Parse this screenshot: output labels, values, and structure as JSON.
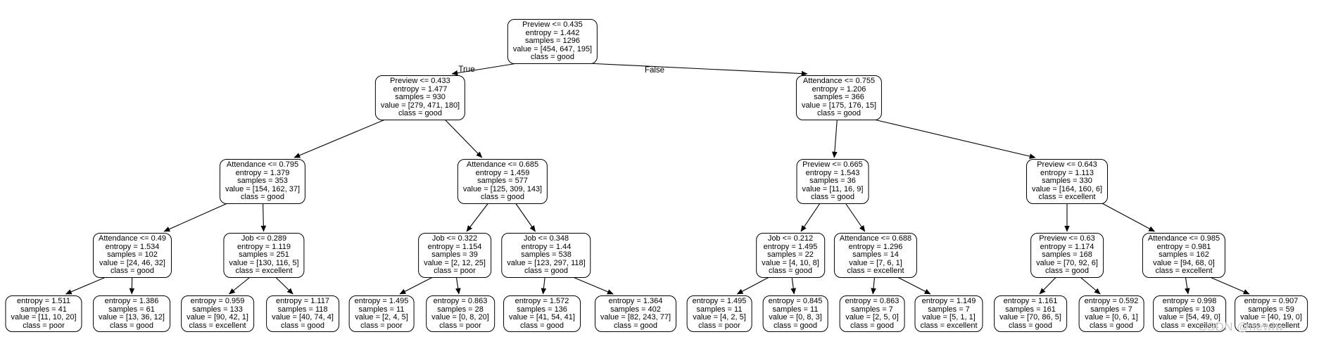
{
  "diagram": {
    "type": "decision-tree",
    "watermark": "CSDN @newlw",
    "edge_colors": {
      "line": "#000000"
    },
    "nodes": [
      {
        "id": "root",
        "parent": null,
        "depth": 0,
        "edge_label": null,
        "lines": [
          "Preview <= 0.435",
          "entropy = 1.442",
          "samples = 1296",
          "value = [454, 647, 195]",
          "class = good"
        ]
      },
      {
        "id": "n1",
        "parent": "root",
        "depth": 1,
        "edge_label": "True",
        "lines": [
          "Preview <= 0.433",
          "entropy = 1.477",
          "samples = 930",
          "value = [279, 471, 180]",
          "class = good"
        ]
      },
      {
        "id": "n2",
        "parent": "root",
        "depth": 1,
        "edge_label": "False",
        "lines": [
          "Attendance <= 0.755",
          "entropy = 1.206",
          "samples = 366",
          "value = [175, 176, 15]",
          "class = good"
        ]
      },
      {
        "id": "n3",
        "parent": "n1",
        "depth": 2,
        "edge_label": null,
        "lines": [
          "Attendance <= 0.795",
          "entropy = 1.379",
          "samples = 353",
          "value = [154, 162, 37]",
          "class = good"
        ]
      },
      {
        "id": "n4",
        "parent": "n1",
        "depth": 2,
        "edge_label": null,
        "lines": [
          "Attendance <= 0.685",
          "entropy = 1.459",
          "samples = 577",
          "value = [125, 309, 143]",
          "class = good"
        ]
      },
      {
        "id": "n5",
        "parent": "n2",
        "depth": 2,
        "edge_label": null,
        "lines": [
          "Preview <= 0.665",
          "entropy = 1.543",
          "samples = 36",
          "value = [11, 16, 9]",
          "class = good"
        ]
      },
      {
        "id": "n6",
        "parent": "n2",
        "depth": 2,
        "edge_label": null,
        "lines": [
          "Preview <= 0.643",
          "entropy = 1.113",
          "samples = 330",
          "value = [164, 160, 6]",
          "class = excellent"
        ]
      },
      {
        "id": "n7",
        "parent": "n3",
        "depth": 3,
        "edge_label": null,
        "lines": [
          "Attendance <= 0.49",
          "entropy = 1.534",
          "samples = 102",
          "value = [24, 46, 32]",
          "class = good"
        ]
      },
      {
        "id": "n8",
        "parent": "n3",
        "depth": 3,
        "edge_label": null,
        "lines": [
          "Job <= 0.289",
          "entropy = 1.119",
          "samples = 251",
          "value = [130, 116, 5]",
          "class = excellent"
        ]
      },
      {
        "id": "n9",
        "parent": "n4",
        "depth": 3,
        "edge_label": null,
        "lines": [
          "Job <= 0.322",
          "entropy = 1.154",
          "samples = 39",
          "value = [2, 12, 25]",
          "class = poor"
        ]
      },
      {
        "id": "n10",
        "parent": "n4",
        "depth": 3,
        "edge_label": null,
        "lines": [
          "Job <= 0.348",
          "entropy = 1.44",
          "samples = 538",
          "value = [123, 297, 118]",
          "class = good"
        ]
      },
      {
        "id": "n11",
        "parent": "n5",
        "depth": 3,
        "edge_label": null,
        "lines": [
          "Job <= 0.212",
          "entropy = 1.495",
          "samples = 22",
          "value = [4, 10, 8]",
          "class = good"
        ]
      },
      {
        "id": "n12",
        "parent": "n5",
        "depth": 3,
        "edge_label": null,
        "lines": [
          "Attendance <= 0.688",
          "entropy = 1.296",
          "samples = 14",
          "value = [7, 6, 1]",
          "class = excellent"
        ]
      },
      {
        "id": "n13",
        "parent": "n6",
        "depth": 3,
        "edge_label": null,
        "lines": [
          "Preview <= 0.63",
          "entropy = 1.174",
          "samples = 168",
          "value = [70, 92, 6]",
          "class = good"
        ]
      },
      {
        "id": "n14",
        "parent": "n6",
        "depth": 3,
        "edge_label": null,
        "lines": [
          "Attendance <= 0.985",
          "entropy = 0.981",
          "samples = 162",
          "value = [94, 68, 0]",
          "class = excellent"
        ]
      },
      {
        "id": "l1",
        "parent": "n7",
        "depth": 4,
        "edge_label": null,
        "lines": [
          "entropy = 1.511",
          "samples = 41",
          "value = [11, 10, 20]",
          "class = poor"
        ]
      },
      {
        "id": "l2",
        "parent": "n7",
        "depth": 4,
        "edge_label": null,
        "lines": [
          "entropy = 1.386",
          "samples = 61",
          "value = [13, 36, 12]",
          "class = good"
        ]
      },
      {
        "id": "l3",
        "parent": "n8",
        "depth": 4,
        "edge_label": null,
        "lines": [
          "entropy = 0.959",
          "samples = 133",
          "value = [90, 42, 1]",
          "class = excellent"
        ]
      },
      {
        "id": "l4",
        "parent": "n8",
        "depth": 4,
        "edge_label": null,
        "lines": [
          "entropy = 1.117",
          "samples = 118",
          "value = [40, 74, 4]",
          "class = good"
        ]
      },
      {
        "id": "l5",
        "parent": "n9",
        "depth": 4,
        "edge_label": null,
        "lines": [
          "entropy = 1.495",
          "samples = 11",
          "value = [2, 4, 5]",
          "class = poor"
        ]
      },
      {
        "id": "l6",
        "parent": "n9",
        "depth": 4,
        "edge_label": null,
        "lines": [
          "entropy = 0.863",
          "samples = 28",
          "value = [0, 8, 20]",
          "class = poor"
        ]
      },
      {
        "id": "l7",
        "parent": "n10",
        "depth": 4,
        "edge_label": null,
        "lines": [
          "entropy = 1.572",
          "samples = 136",
          "value = [41, 54, 41]",
          "class = good"
        ]
      },
      {
        "id": "l8",
        "parent": "n10",
        "depth": 4,
        "edge_label": null,
        "lines": [
          "entropy = 1.364",
          "samples = 402",
          "value = [82, 243, 77]",
          "class = good"
        ]
      },
      {
        "id": "l9",
        "parent": "n11",
        "depth": 4,
        "edge_label": null,
        "lines": [
          "entropy = 1.495",
          "samples = 11",
          "value = [4, 2, 5]",
          "class = poor"
        ]
      },
      {
        "id": "l10",
        "parent": "n11",
        "depth": 4,
        "edge_label": null,
        "lines": [
          "entropy = 0.845",
          "samples = 11",
          "value = [0, 8, 3]",
          "class = good"
        ]
      },
      {
        "id": "l11",
        "parent": "n12",
        "depth": 4,
        "edge_label": null,
        "lines": [
          "entropy = 0.863",
          "samples = 7",
          "value = [2, 5, 0]",
          "class = good"
        ]
      },
      {
        "id": "l12",
        "parent": "n12",
        "depth": 4,
        "edge_label": null,
        "lines": [
          "entropy = 1.149",
          "samples = 7",
          "value = [5, 1, 1]",
          "class = excellent"
        ]
      },
      {
        "id": "l13",
        "parent": "n13",
        "depth": 4,
        "edge_label": null,
        "lines": [
          "entropy = 1.161",
          "samples = 161",
          "value = [70, 86, 5]",
          "class = good"
        ]
      },
      {
        "id": "l14",
        "parent": "n13",
        "depth": 4,
        "edge_label": null,
        "lines": [
          "entropy = 0.592",
          "samples = 7",
          "value = [0, 6, 1]",
          "class = good"
        ]
      },
      {
        "id": "l15",
        "parent": "n14",
        "depth": 4,
        "edge_label": null,
        "lines": [
          "entropy = 0.998",
          "samples = 103",
          "value = [54, 49, 0]",
          "class = excellent"
        ]
      },
      {
        "id": "l16",
        "parent": "n14",
        "depth": 4,
        "edge_label": null,
        "lines": [
          "entropy = 0.907",
          "samples = 59",
          "value = [40, 19, 0]",
          "class = excellent"
        ]
      }
    ]
  }
}
